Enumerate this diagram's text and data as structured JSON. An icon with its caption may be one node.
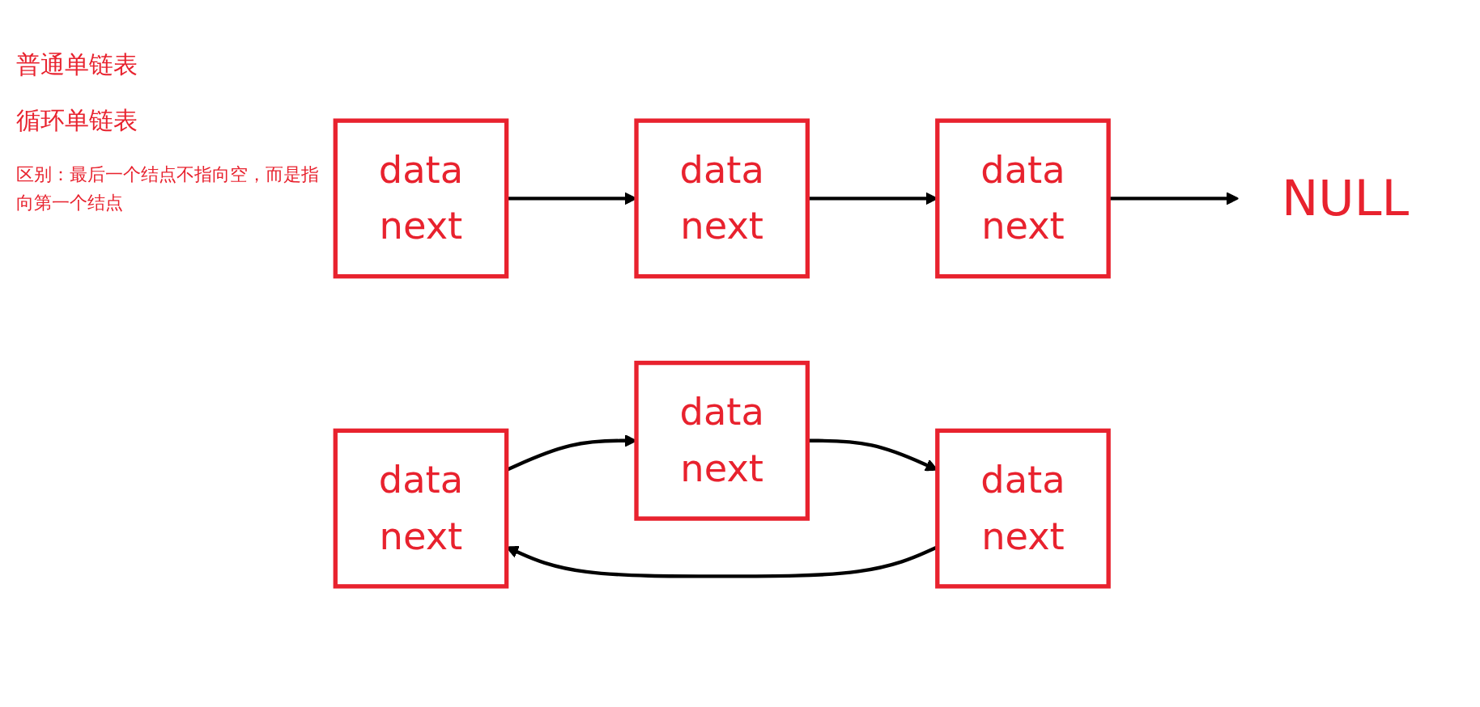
{
  "diagram": {
    "nodes": [
      {
        "text": [
          "data",
          "next"
        ]
      },
      {
        "text": [
          "data",
          "next"
        ]
      },
      {
        "text": [
          "data",
          "next"
        ]
      },
      {
        "text": [
          "NULL"
        ]
      },
      {
        "text": [
          "data",
          "next"
        ]
      },
      {
        "text": [
          "data",
          "next"
        ]
      },
      {
        "text": [
          "data",
          "next"
        ]
      }
    ],
    "edges": [
      {
        "from": 0,
        "to": 1,
        "arrow": "to"
      },
      {
        "from": 1,
        "to": 2,
        "arrow": "to"
      },
      {
        "from": 2,
        "to": 3,
        "arrow": "to"
      },
      {
        "from": 4,
        "to": 5,
        "arrow": "to"
      },
      {
        "from": 5,
        "to": 6,
        "arrow": "to"
      },
      {
        "from": 6,
        "to": 4,
        "arrow": "to"
      }
    ],
    "labels": [
      "普通单链表",
      "循环单链表",
      "区别：最后一个结点不指向空，而是指向第一个结点"
    ]
  }
}
